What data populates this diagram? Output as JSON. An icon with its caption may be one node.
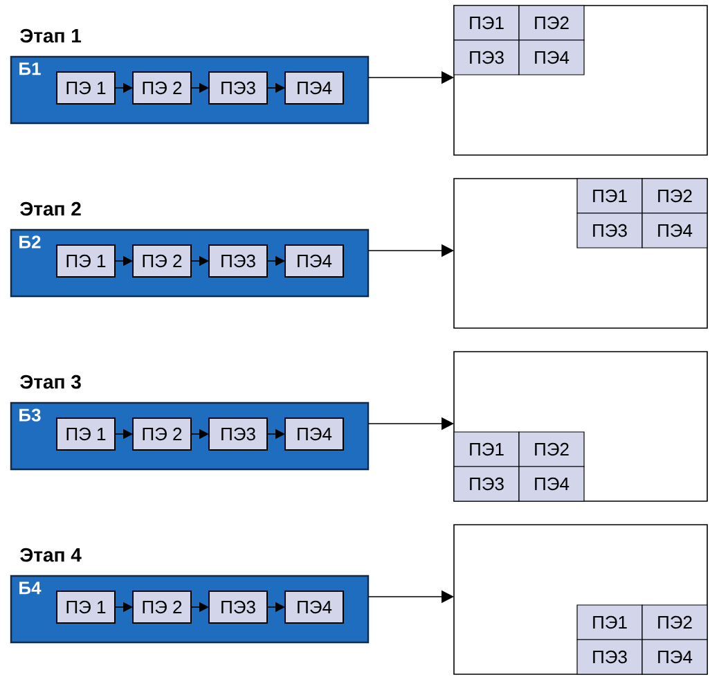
{
  "diagram": {
    "nodes": [
      {
        "text": [
          "Этап 1",
          "Б1"
        ]
      },
      {
        "text": [
          "ПЭ 1"
        ],
        "in": 0
      },
      {
        "text": [
          "ПЭ 2"
        ],
        "in": 0
      },
      {
        "text": [
          "ПЭ3"
        ],
        "in": 0
      },
      {
        "text": [
          "ПЭ4"
        ],
        "in": 0
      },
      {
        "text": [],
        "shape": "box"
      },
      {
        "text": [
          "ПЭ1"
        ],
        "in": 5
      },
      {
        "text": [
          "ПЭ2"
        ],
        "in": 5
      },
      {
        "text": [
          "ПЭ3"
        ],
        "in": 5
      },
      {
        "text": [
          "ПЭ4"
        ],
        "in": 5
      },
      {
        "text": [
          "Этап 2",
          "Б2"
        ]
      },
      {
        "text": [
          "ПЭ 1"
        ],
        "in": 10
      },
      {
        "text": [
          "ПЭ 2"
        ],
        "in": 10
      },
      {
        "text": [
          "ПЭ3"
        ],
        "in": 10
      },
      {
        "text": [
          "ПЭ4"
        ],
        "in": 10
      },
      {
        "text": [],
        "shape": "box"
      },
      {
        "text": [
          "ПЭ1"
        ],
        "in": 15
      },
      {
        "text": [
          "ПЭ2"
        ],
        "in": 15
      },
      {
        "text": [
          "ПЭ3"
        ],
        "in": 15
      },
      {
        "text": [
          "ПЭ4"
        ],
        "in": 15
      },
      {
        "text": [
          "Этап 3",
          "Б3"
        ]
      },
      {
        "text": [
          "ПЭ 1"
        ],
        "in": 20
      },
      {
        "text": [
          "ПЭ 2"
        ],
        "in": 20
      },
      {
        "text": [
          "ПЭ3"
        ],
        "in": 20
      },
      {
        "text": [
          "ПЭ4"
        ],
        "in": 20
      },
      {
        "text": [],
        "shape": "box"
      },
      {
        "text": [
          "ПЭ1"
        ],
        "in": 25
      },
      {
        "text": [
          "ПЭ2"
        ],
        "in": 25
      },
      {
        "text": [
          "ПЭ3"
        ],
        "in": 25
      },
      {
        "text": [
          "ПЭ4"
        ],
        "in": 25
      },
      {
        "text": [
          "Этап 4",
          "Б4"
        ]
      },
      {
        "text": [
          "ПЭ 1"
        ],
        "in": 30
      },
      {
        "text": [
          "ПЭ 2"
        ],
        "in": 30
      },
      {
        "text": [
          "ПЭ3"
        ],
        "in": 30
      },
      {
        "text": [
          "ПЭ4"
        ],
        "in": 30
      },
      {
        "text": [],
        "shape": "box"
      },
      {
        "text": [
          "ПЭ1"
        ],
        "in": 35
      },
      {
        "text": [
          "ПЭ2"
        ],
        "in": 35
      },
      {
        "text": [
          "ПЭ3"
        ],
        "in": 35
      },
      {
        "text": [
          "ПЭ4"
        ],
        "in": 35
      }
    ],
    "edges": [
      {
        "from": 1,
        "to": 2,
        "arrow": "to"
      },
      {
        "from": 2,
        "to": 3,
        "arrow": "to"
      },
      {
        "from": 3,
        "to": 4,
        "arrow": "to"
      },
      {
        "from": 0,
        "to": 5,
        "arrow": "to"
      },
      {
        "from": 11,
        "to": 12,
        "arrow": "to"
      },
      {
        "from": 12,
        "to": 13,
        "arrow": "to"
      },
      {
        "from": 13,
        "to": 14,
        "arrow": "to"
      },
      {
        "from": 10,
        "to": 15,
        "arrow": "to"
      },
      {
        "from": 21,
        "to": 22,
        "arrow": "to"
      },
      {
        "from": 22,
        "to": 23,
        "arrow": "to"
      },
      {
        "from": 23,
        "to": 24,
        "arrow": "to"
      },
      {
        "from": 20,
        "to": 25,
        "arrow": "to"
      },
      {
        "from": 31,
        "to": 32,
        "arrow": "to"
      },
      {
        "from": 32,
        "to": 33,
        "arrow": "to"
      },
      {
        "from": 33,
        "to": 34,
        "arrow": "to"
      },
      {
        "from": 30,
        "to": 35,
        "arrow": "to"
      }
    ]
  }
}
